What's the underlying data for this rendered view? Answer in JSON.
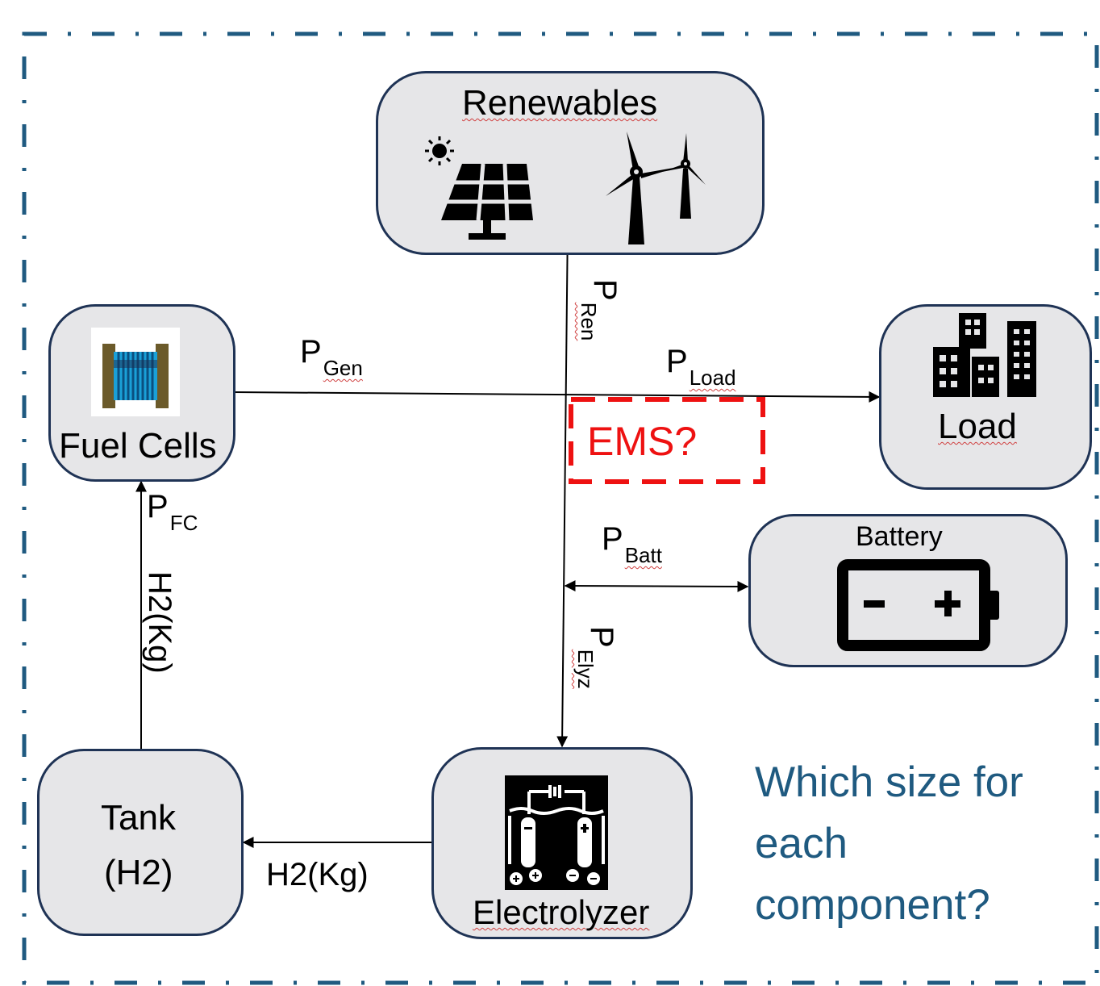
{
  "nodes": {
    "renewables": {
      "label": "Renewables",
      "icons": [
        "solar-panel-icon",
        "wind-turbine-icon"
      ]
    },
    "fuel_cells": {
      "label": "Fuel Cells",
      "icon": "fuel-cell-stack-icon"
    },
    "load": {
      "label": "Load",
      "icon": "buildings-icon"
    },
    "battery": {
      "label": "Battery",
      "icon": "battery-icon"
    },
    "tank": {
      "label_line1": "Tank",
      "label_line2": "(H2)"
    },
    "electrolyzer": {
      "label": "Electrolyzer",
      "icon": "electrolyzer-icon"
    }
  },
  "flows": {
    "p_gen": {
      "main": "P",
      "sub": "Gen"
    },
    "p_load": {
      "main": "P",
      "sub": "Load"
    },
    "p_ren": {
      "main": "P",
      "sub": "Ren"
    },
    "p_fc": {
      "main": "P",
      "sub": "FC"
    },
    "p_batt": {
      "main": "P",
      "sub": "Batt"
    },
    "p_elyz": {
      "main": "P",
      "sub": "Elyz"
    },
    "h2_vertical": "H2(Kg)",
    "h2_horizontal": "H2(Kg)"
  },
  "ems_label": "EMS?",
  "question": "Which size for\neach\ncomponent?",
  "colors": {
    "frame_border": "#1f5a80",
    "node_fill": "#e6e6e8",
    "node_border": "#1f3355",
    "ems": "#ee1111",
    "question_text": "#1f5a80"
  }
}
